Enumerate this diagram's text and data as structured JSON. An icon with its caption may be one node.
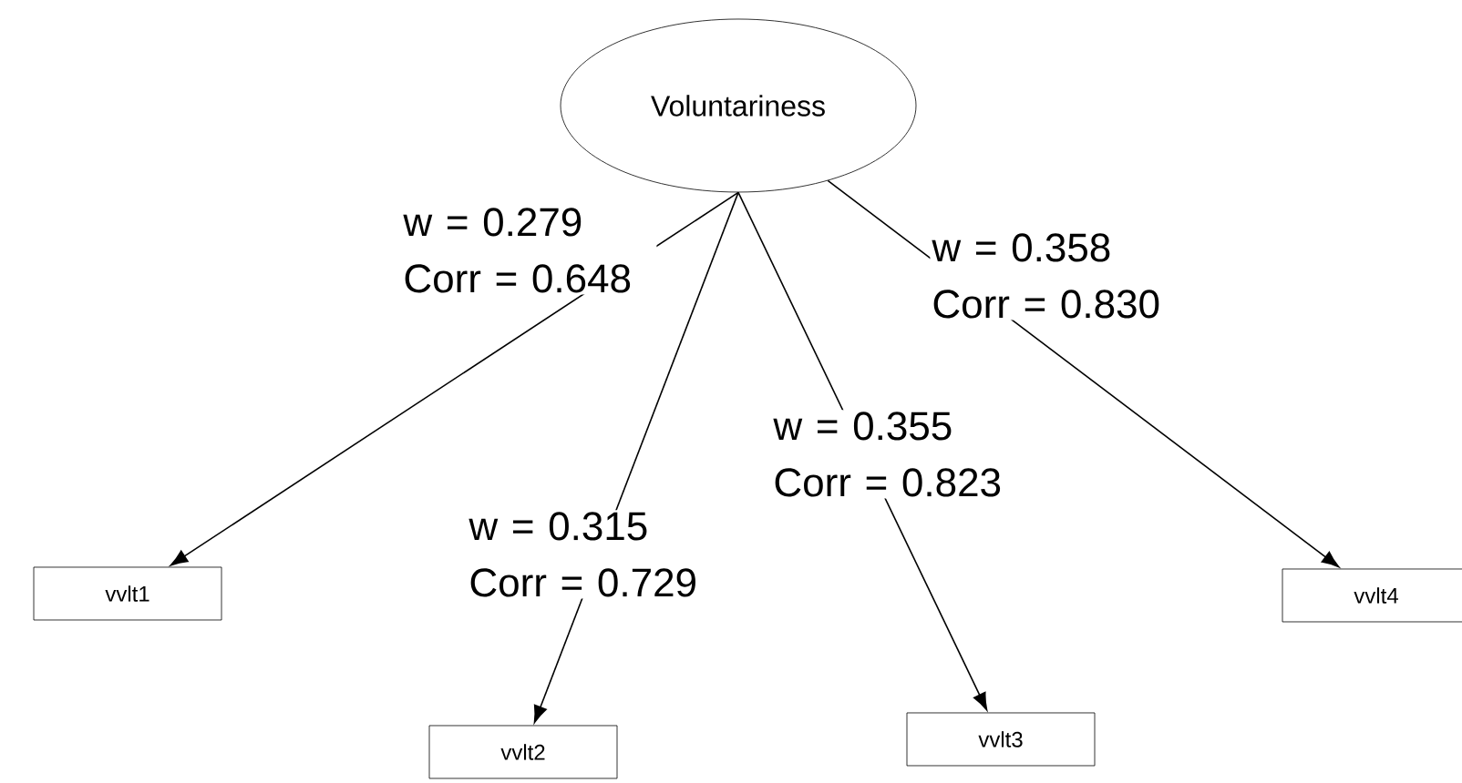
{
  "diagram": {
    "nodes": [
      {
        "text": [
          "Voluntariness"
        ]
      },
      {
        "text": [
          "vvlt1"
        ]
      },
      {
        "text": [
          "vvlt2"
        ]
      },
      {
        "text": [
          "vvlt3"
        ]
      },
      {
        "text": [
          "vvlt4"
        ]
      }
    ],
    "edges": [
      {
        "from": 0,
        "to": 1,
        "arrow": "to",
        "label": "w = 0.279 Corr = 0.648"
      },
      {
        "from": 0,
        "to": 2,
        "arrow": "to",
        "label": "w = 0.315 Corr = 0.729"
      },
      {
        "from": 0,
        "to": 3,
        "arrow": "to",
        "label": "w = 0.355 Corr = 0.823"
      },
      {
        "from": 0,
        "to": 4,
        "arrow": "to",
        "label": "w = 0.358 Corr = 0.830"
      }
    ]
  }
}
